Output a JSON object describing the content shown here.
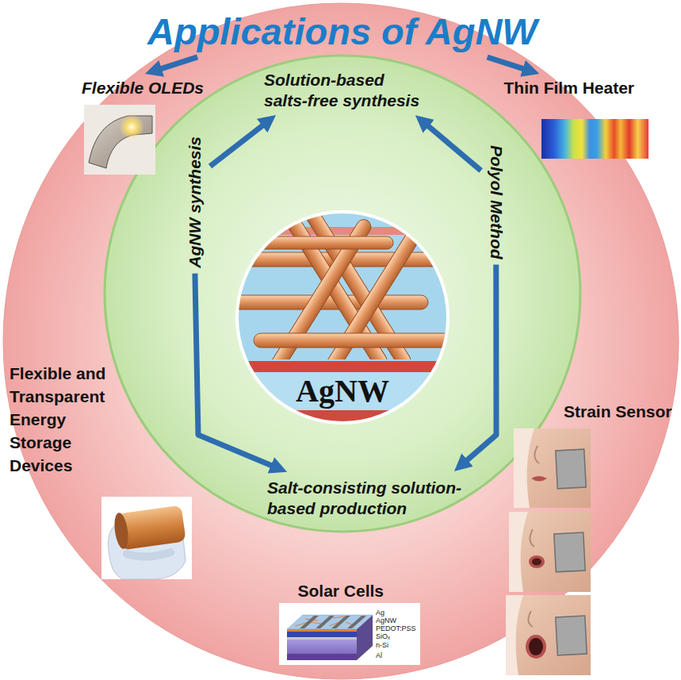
{
  "diagram": {
    "nodes": [
      {
        "text": [
          "Applications of AgNW"
        ]
      },
      {
        "text": [
          "Flexible OLEDs"
        ]
      },
      {
        "text": [
          "Thin Film Heater"
        ]
      },
      {
        "text": [
          "Solution-based salts-free synthesis"
        ]
      },
      {
        "text": [
          "AgNW synthesis"
        ]
      },
      {
        "text": [
          "Polyol Method"
        ]
      },
      {
        "text": [
          "AgNW"
        ]
      },
      {
        "text": [
          "Salt-consisting solution- based production"
        ]
      },
      {
        "text": [
          "Flexible and Transparent Energy Storage Devices"
        ]
      },
      {
        "text": [
          "Strain Sensor"
        ]
      },
      {
        "text": [
          "Solar Cells"
        ]
      }
    ],
    "edges": [
      {
        "from": 0,
        "to": 1,
        "arrow": "to"
      },
      {
        "from": 0,
        "to": 2,
        "arrow": "to"
      },
      {
        "from": 4,
        "to": 3,
        "arrow": "to"
      },
      {
        "from": 5,
        "to": 3,
        "arrow": "to"
      },
      {
        "from": 4,
        "to": 7,
        "arrow": "to"
      },
      {
        "from": 5,
        "to": 7,
        "arrow": "to"
      }
    ],
    "labels": [
      "Ag",
      "AgNW",
      "PEDOT:PSS",
      "SiOₓ",
      "n-Si",
      "Al"
    ]
  }
}
